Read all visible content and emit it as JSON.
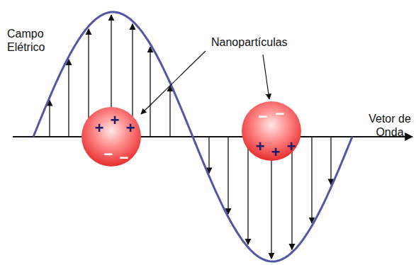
{
  "diagram": {
    "nodes": [
      {
        "text": [
          "+",
          "+",
          "+",
          "−",
          "−"
        ]
      },
      {
        "text": [
          "−",
          "−",
          "+",
          "+",
          "+"
        ]
      }
    ],
    "labels": [
      "Campo Elétrico",
      "Nanopartículas",
      "Vetor de Onda"
    ]
  }
}
